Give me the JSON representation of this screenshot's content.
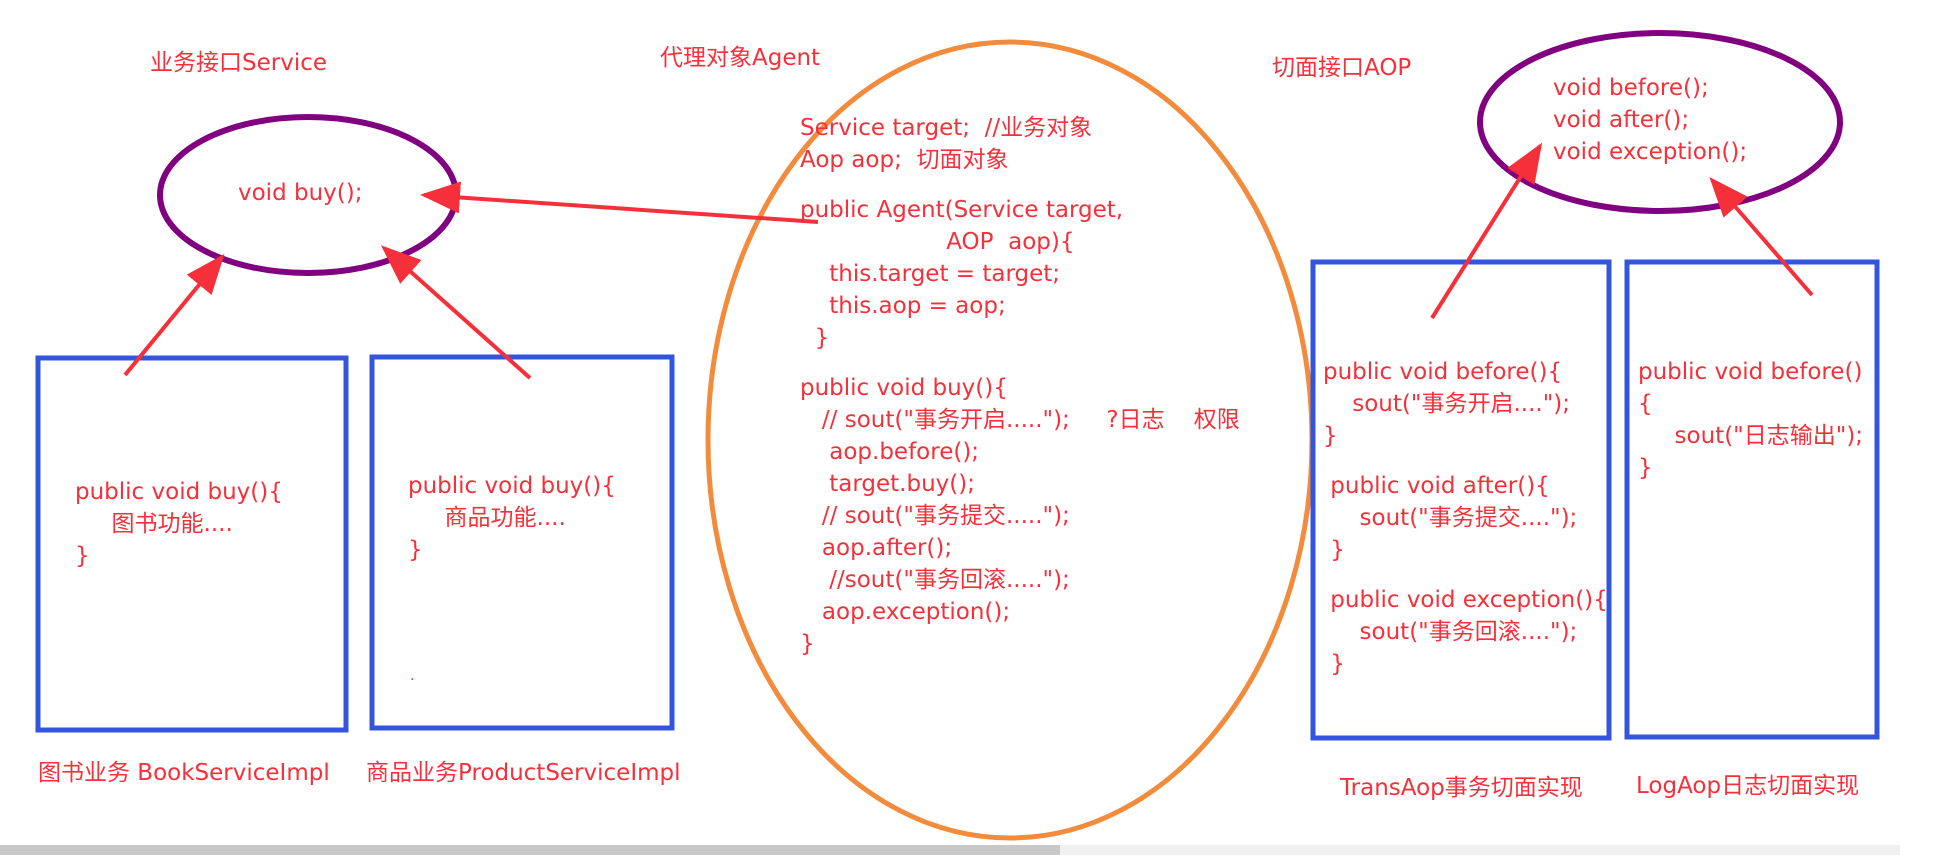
{
  "colors": {
    "text": "#f5303a",
    "arrow": "#f5303a",
    "interface_ellipse": "#800080",
    "agent_ellipse": "#f38b3c",
    "impl_box": "#3355dd"
  },
  "labels": {
    "service_interface": "业务接口Service",
    "agent": "代理对象Agent",
    "aop_interface": "切面接口AOP",
    "book_impl": "图书业务 BookServiceImpl",
    "product_impl": "商品业务ProductServiceImpl",
    "trans_aop": "TransAop事务切面实现",
    "log_aop": "LogAop日志切面实现"
  },
  "code": {
    "service_interface": [
      "void buy();"
    ],
    "aop_interface": [
      "void before();",
      "void after();",
      "void exception();"
    ],
    "agent": [
      "Service target;  //业务对象",
      "Aop aop;  切面对象",
      "",
      "public Agent(Service target,",
      "                    AOP  aop){",
      "    this.target = target;",
      "    this.aop = aop;",
      "  }",
      "",
      "public void buy(){",
      "   // sout(\"事务开启.....\");     ?日志    权限",
      "    aop.before();",
      "    target.buy();",
      "   // sout(\"事务提交.....\");",
      "   aop.after();",
      "    //sout(\"事务回滚.....\");",
      "   aop.exception();",
      "}"
    ],
    "book_impl": [
      "public void buy(){",
      "     图书功能....",
      "}"
    ],
    "product_impl": [
      "public void buy(){",
      "     商品功能....",
      "}"
    ],
    "product_dot": ".",
    "trans_aop": [
      "public void before(){",
      "    sout(\"事务开启....\");",
      "}",
      "",
      " public void after(){",
      "     sout(\"事务提交....\");",
      " }",
      "",
      " public void exception(){",
      "     sout(\"事务回滚....\");",
      " }"
    ],
    "log_aop": [
      "public void before()",
      "{",
      "     sout(\"日志输出\");",
      "}"
    ]
  }
}
